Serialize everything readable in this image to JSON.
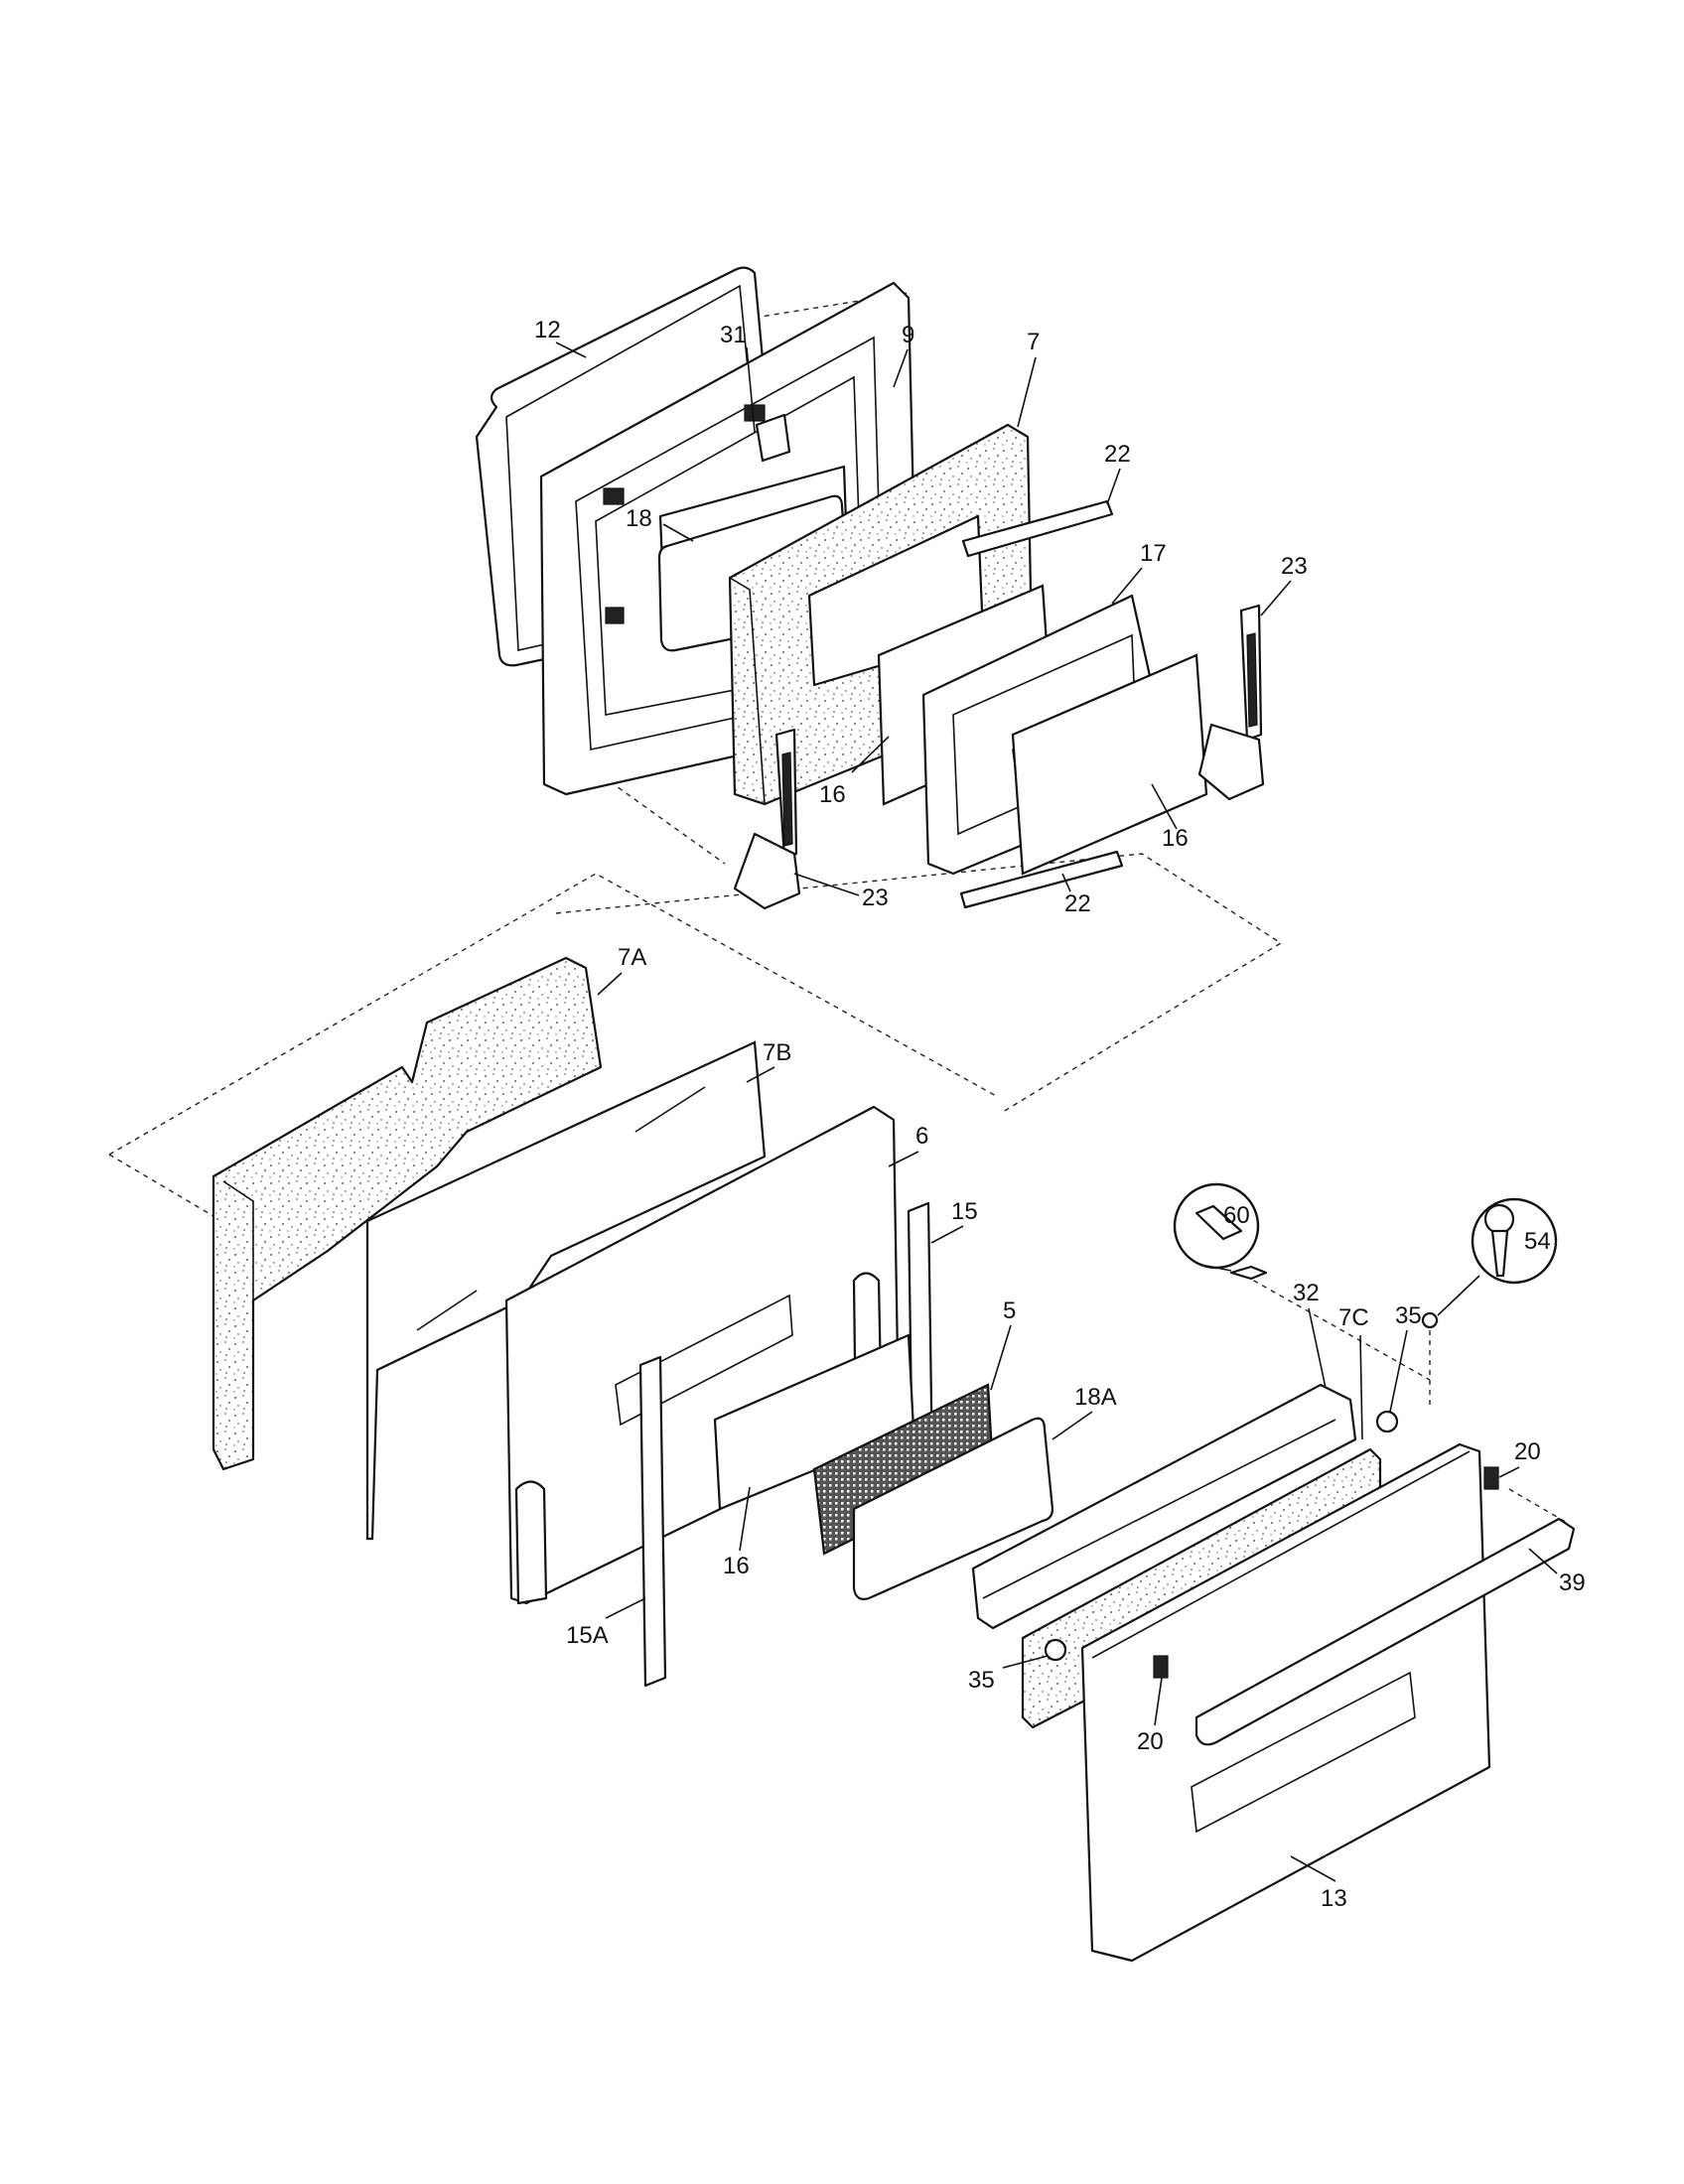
{
  "callouts": {
    "c12": "12",
    "c31": "31",
    "c9": "9",
    "c7": "7",
    "c22a": "22",
    "c18": "18",
    "c17": "17",
    "c23a": "23",
    "c16a": "16",
    "c16b": "16",
    "c23b": "23",
    "c22b": "22",
    "c7a": "7A",
    "c7b": "7B",
    "c6": "6",
    "c15": "15",
    "c5": "5",
    "c18a": "18A",
    "c16c": "16",
    "c15a": "15A",
    "c60": "60",
    "c54": "54",
    "c32": "32",
    "c7c": "7C",
    "c35a": "35",
    "c20a": "20",
    "c39": "39",
    "c35b": "35",
    "c20b": "20",
    "c13": "13"
  }
}
